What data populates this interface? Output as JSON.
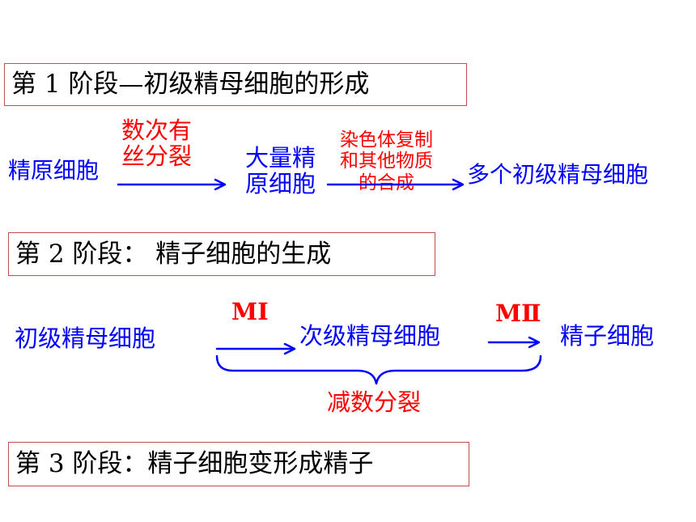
{
  "stages": {
    "s1": "第 1 阶段—初级精母细胞的形成",
    "s2": "第 2 阶段： 精子细胞的生成",
    "s3": "第 3 阶段：精子细胞变形成精子"
  },
  "row1": {
    "spermatogonium": "精原细胞",
    "mitosis_line1": "数次有",
    "mitosis_line2": "丝分裂",
    "many_line1": "大量精",
    "many_line2": "原细胞",
    "replication_line1": "染色体复制",
    "replication_line2": "和其他物质",
    "replication_line3": "的合成",
    "primary_many": "多个初级精母细胞"
  },
  "row2": {
    "primary": "初级精母细胞",
    "m1": "MⅠ",
    "secondary": "次级精母细胞",
    "m2": "MⅡ",
    "spermatid": "精子细胞",
    "meiosis": "减数分裂"
  },
  "colors": {
    "blue": "#0000ff",
    "red": "#ff0000",
    "box_border": "#c0504d"
  }
}
